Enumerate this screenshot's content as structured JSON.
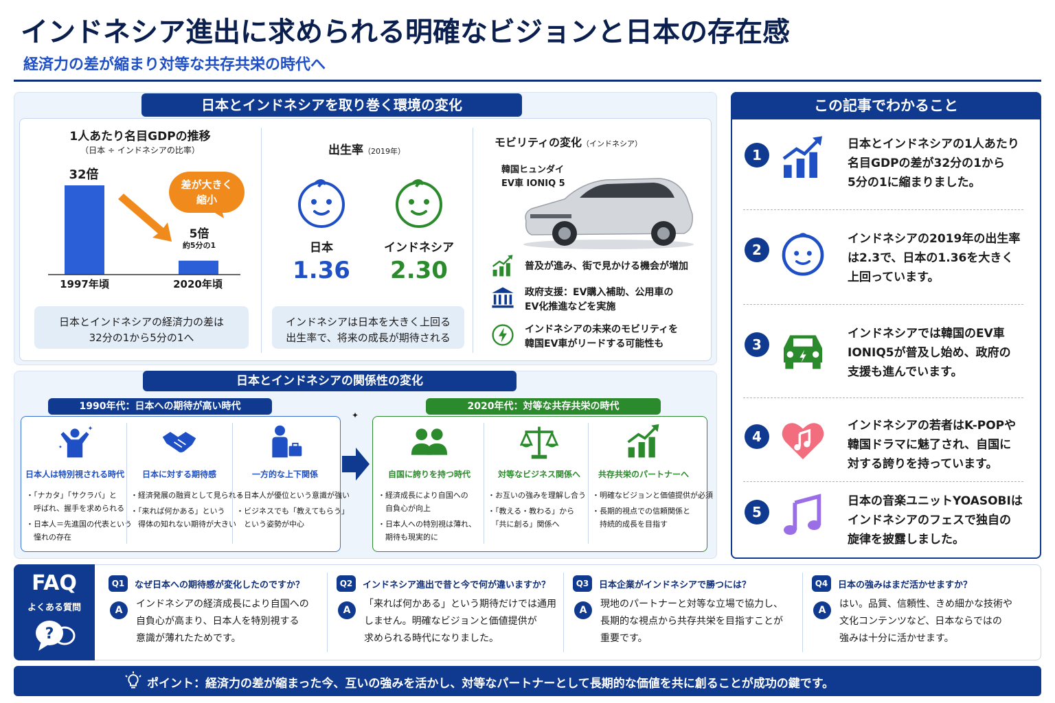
{
  "header": {
    "title": "インドネシア進出に求められる明確なビジョンと日本の存在感",
    "subtitle": "経済力の差が縮まり対等な共存共栄の時代へ"
  },
  "environment": {
    "heading": "日本とインドネシアを取り巻く環境の変化",
    "gdp": {
      "title": "1人あたり名目GDPの推移",
      "subtitle": "（日本 ÷ インドネシアの比率）",
      "callout": [
        "差が大きく",
        "縮小"
      ],
      "note": [
        "日本とインドネシアの経済力の差は",
        "32分の1から5分の1へ"
      ]
    },
    "birth": {
      "title": "出生率",
      "year": "（2019年）",
      "note": [
        "インドネシアは日本を大きく上回る",
        "出生率で、将来の成長が期待される"
      ]
    },
    "mobility": {
      "title": "モビリティの変化",
      "title_sub": "（インドネシア）",
      "car_label": [
        "韓国ヒュンダイ",
        "EV車 IONIQ 5"
      ],
      "items": [
        {
          "icon": "growth-chart-icon",
          "lines": [
            "普及が進み、街で見かける機会が増加"
          ]
        },
        {
          "icon": "government-building-icon",
          "lines": [
            "政府支援：EV購入補助、公用車の",
            "EV化推進などを実施"
          ]
        },
        {
          "icon": "lightning-icon",
          "lines": [
            "インドネシアの未来のモビリティを",
            "韓国EV車がリードする可能性も"
          ]
        }
      ]
    }
  },
  "chart_data": [
    {
      "type": "bar",
      "title": "1人あたり名目GDPの推移",
      "subtitle": "（日本 ÷ インドネシアの比率）",
      "categories": [
        "1997年頃",
        "2020年頃"
      ],
      "values": [
        32,
        5
      ],
      "value_labels": [
        "32倍",
        "5倍"
      ],
      "sub_label": "約5分の1",
      "ylim": [
        0,
        32
      ]
    },
    {
      "type": "table",
      "title": "出生率",
      "subtitle": "（2019年）",
      "categories": [
        "日本",
        "インドネシア"
      ],
      "values": [
        1.36,
        2.3
      ],
      "value_labels": [
        "1.36",
        "2.30"
      ]
    }
  ],
  "relations": {
    "heading": "日本とインドネシアの関係性の変化",
    "past": {
      "label": "1990年代：日本への期待が高い時代",
      "columns": [
        {
          "icon": "celebrating-person-icon",
          "heading": "日本人は特別視される時代",
          "bullets": [
            [
              "・「ナカタ」「サクラバ」と",
              "　呼ばれ、握手を求められる"
            ],
            [
              "・日本人＝先進国の代表という",
              "　憧れの存在"
            ]
          ]
        },
        {
          "icon": "handshake-icon",
          "heading": "日本に対する期待感",
          "bullets": [
            [
              "・経済発展の融資として見られる"
            ],
            [
              "・「来れば何かある」という",
              "　得体の知れない期待が大きい"
            ]
          ]
        },
        {
          "icon": "businessperson-icon",
          "heading": "一方的な上下関係",
          "bullets": [
            [
              "・日本人が優位という意識が強い"
            ],
            [
              "・ビジネスでも「教えてもらう」",
              "　という姿勢が中心"
            ]
          ]
        }
      ]
    },
    "present": {
      "label": "2020年代：対等な共存共栄の時代",
      "columns": [
        {
          "icon": "people-icon",
          "heading": "自国に誇りを持つ時代",
          "bullets": [
            [
              "・経済成長により自国への",
              "　自負心が向上"
            ],
            [
              "・日本人への特別視は薄れ、",
              "　期待も現実的に"
            ]
          ]
        },
        {
          "icon": "scales-icon",
          "heading": "対等なビジネス関係へ",
          "bullets": [
            [
              "・お互いの強みを理解し合う"
            ],
            [
              "・「教える・教わる」から",
              "　「共に創る」関係へ"
            ]
          ]
        },
        {
          "icon": "growth-chart-icon",
          "heading": "共存共栄のパートナーへ",
          "bullets": [
            [
              "・明確なビジョンと価値提供が必須"
            ],
            [
              "・長期的視点での信頼関係と",
              "　持続的成長を目指す"
            ]
          ]
        }
      ]
    }
  },
  "summary": {
    "heading": "この記事でわかること",
    "items": [
      {
        "num": "1",
        "icon": "growth-chart-icon",
        "lines": [
          "日本とインドネシアの1人あたり",
          "名目GDPの差が32分の1から",
          "5分の1に縮まりました。"
        ]
      },
      {
        "num": "2",
        "icon": "baby-face-icon",
        "lines": [
          "インドネシアの2019年の出生率",
          "は2.3で、日本の1.36を大きく",
          "上回っています。"
        ]
      },
      {
        "num": "3",
        "icon": "electric-car-icon",
        "lines": [
          "インドネシアでは韓国のEV車",
          "IONIQ5が普及し始め、政府の",
          "支援も進んでいます。"
        ]
      },
      {
        "num": "4",
        "icon": "heart-music-icon",
        "lines": [
          "インドネシアの若者はK-POPや",
          "韓国ドラマに魅了され、自国に",
          "対する誇りを持っています。"
        ]
      },
      {
        "num": "5",
        "icon": "music-note-icon",
        "lines": [
          "日本の音楽ユニットYOASOBIは",
          "インドネシアのフェスで独自の",
          "旋律を披露しました。"
        ]
      }
    ]
  },
  "faq": {
    "title": "FAQ",
    "subtitle": "よくある質問",
    "items": [
      {
        "q": "Q1",
        "question": "なぜ日本への期待感が変化したのですか？",
        "a": "A",
        "answer": [
          "インドネシアの経済成長により自国への",
          "自負心が高まり、日本人を特別視する",
          "意識が薄れたためです。"
        ]
      },
      {
        "q": "Q2",
        "question": "インドネシア進出で昔と今で何が違いますか？",
        "a": "A",
        "answer": [
          "「来れば何かある」という期待だけでは通用",
          "しません。明確なビジョンと価値提供が",
          "求められる時代になりました。"
        ]
      },
      {
        "q": "Q3",
        "question": "日本企業がインドネシアで勝つには？",
        "a": "A",
        "answer": [
          "現地のパートナーと対等な立場で協力し、",
          "長期的な視点から共存共栄を目指すことが",
          "重要です。"
        ]
      },
      {
        "q": "Q4",
        "question": "日本の強みはまだ活かせますか？",
        "a": "A",
        "answer": [
          "はい。品質、信頼性、きめ細かな技術や",
          "文化コンテンツなど、日本ならではの",
          "強みは十分に活かせます。"
        ]
      }
    ]
  },
  "footer": {
    "point": "ポイント：経済力の差が縮まった今、互いの強みを活かし、対等なパートナーとして長期的な価値を共に創ることが成功の鍵です。"
  }
}
